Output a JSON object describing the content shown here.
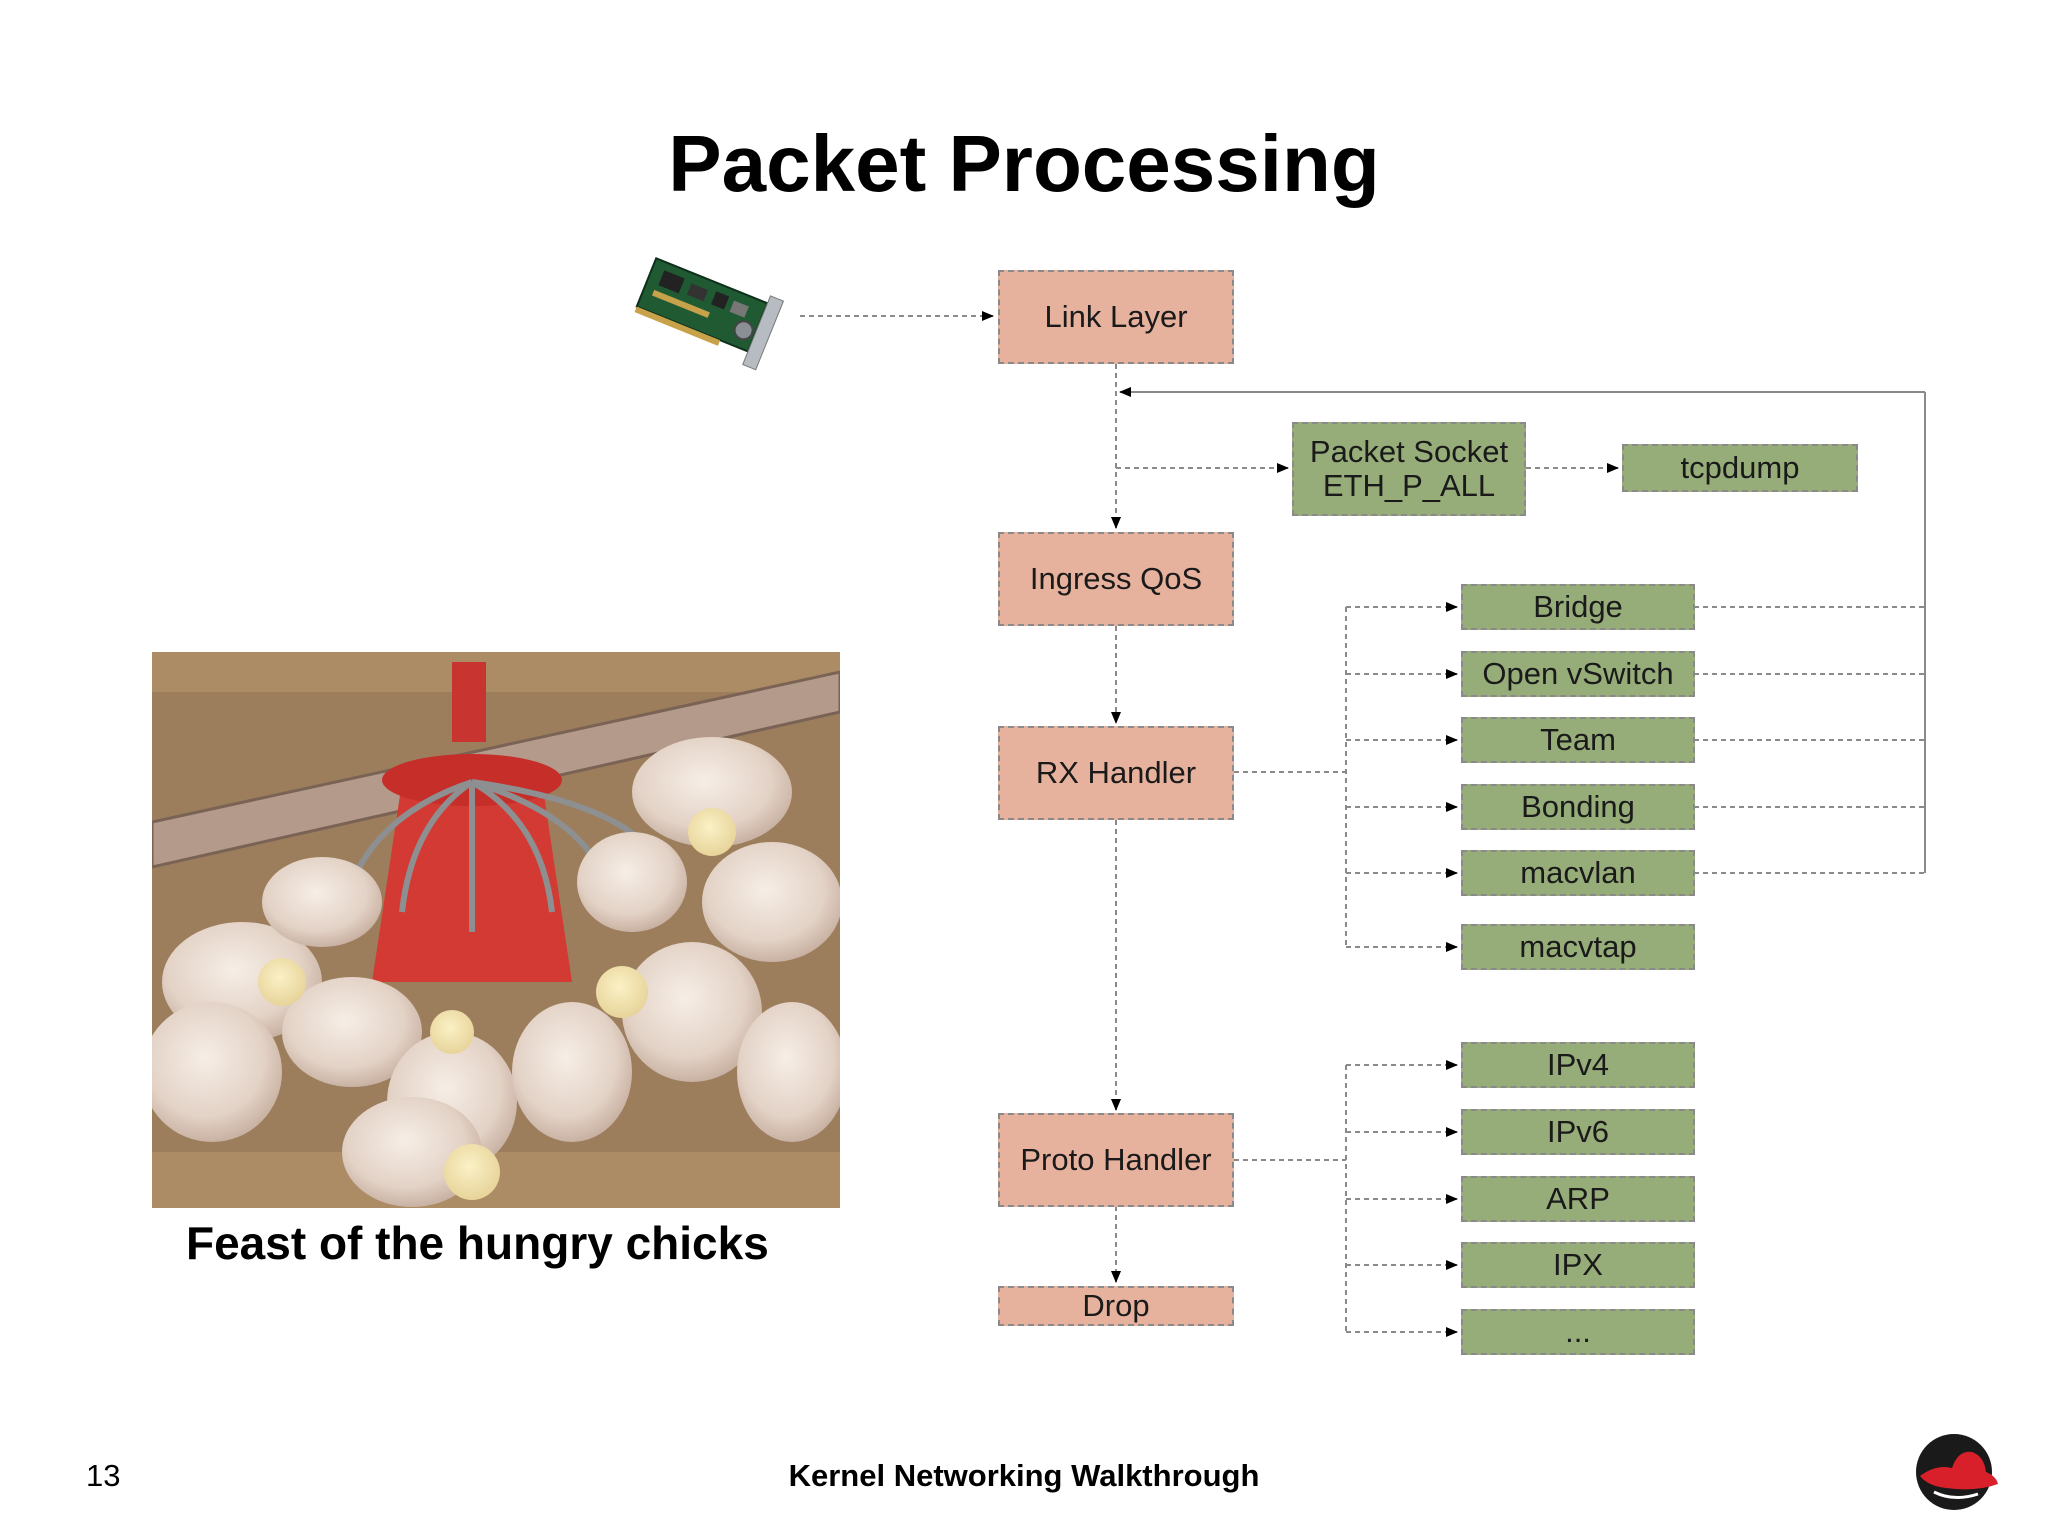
{
  "slide": {
    "title": "Packet Processing",
    "page_number": "13",
    "footer_title": "Kernel Networking Walkthrough"
  },
  "image_caption": "Feast of the hungry chicks",
  "icons": {
    "nic": "network-card-icon",
    "logo": "red-hat-logo-icon",
    "photo": "chicks-feeding-photo"
  },
  "diagram": {
    "nodes": {
      "link_layer": "Link Layer",
      "ingress_qos": "Ingress QoS",
      "rx_handler": "RX Handler",
      "proto_handler": "Proto Handler",
      "drop": "Drop",
      "packet_socket": "Packet Socket\nETH_P_ALL",
      "tcpdump": "tcpdump",
      "bridge": "Bridge",
      "ovs": "Open vSwitch",
      "team": "Team",
      "bonding": "Bonding",
      "macvlan": "macvlan",
      "macvtap": "macvtap",
      "ipv4": "IPv4",
      "ipv6": "IPv6",
      "arp": "ARP",
      "ipx": "IPX",
      "more": "..."
    },
    "edges": [
      {
        "from": "nic",
        "to": "link_layer"
      },
      {
        "from": "link_layer",
        "to": "ingress_qos"
      },
      {
        "from": "link_layer",
        "to": "packet_socket"
      },
      {
        "from": "packet_socket",
        "to": "tcpdump"
      },
      {
        "from": "ingress_qos",
        "to": "rx_handler"
      },
      {
        "from": "rx_handler",
        "to": "bridge"
      },
      {
        "from": "rx_handler",
        "to": "ovs"
      },
      {
        "from": "rx_handler",
        "to": "team"
      },
      {
        "from": "rx_handler",
        "to": "bonding"
      },
      {
        "from": "rx_handler",
        "to": "macvlan"
      },
      {
        "from": "rx_handler",
        "to": "macvtap"
      },
      {
        "from": "bridge",
        "to": "link_layer"
      },
      {
        "from": "ovs",
        "to": "link_layer"
      },
      {
        "from": "team",
        "to": "link_layer"
      },
      {
        "from": "bonding",
        "to": "link_layer"
      },
      {
        "from": "macvlan",
        "to": "link_layer"
      },
      {
        "from": "rx_handler",
        "to": "proto_handler"
      },
      {
        "from": "proto_handler",
        "to": "ipv4"
      },
      {
        "from": "proto_handler",
        "to": "ipv6"
      },
      {
        "from": "proto_handler",
        "to": "arp"
      },
      {
        "from": "proto_handler",
        "to": "ipx"
      },
      {
        "from": "proto_handler",
        "to": "more"
      },
      {
        "from": "proto_handler",
        "to": "drop"
      }
    ]
  },
  "colors": {
    "core_node_fill": "#e7b29d",
    "handler_node_fill": "#97ad79",
    "edge": "#8a8a8a",
    "arrowhead": "#000000"
  }
}
